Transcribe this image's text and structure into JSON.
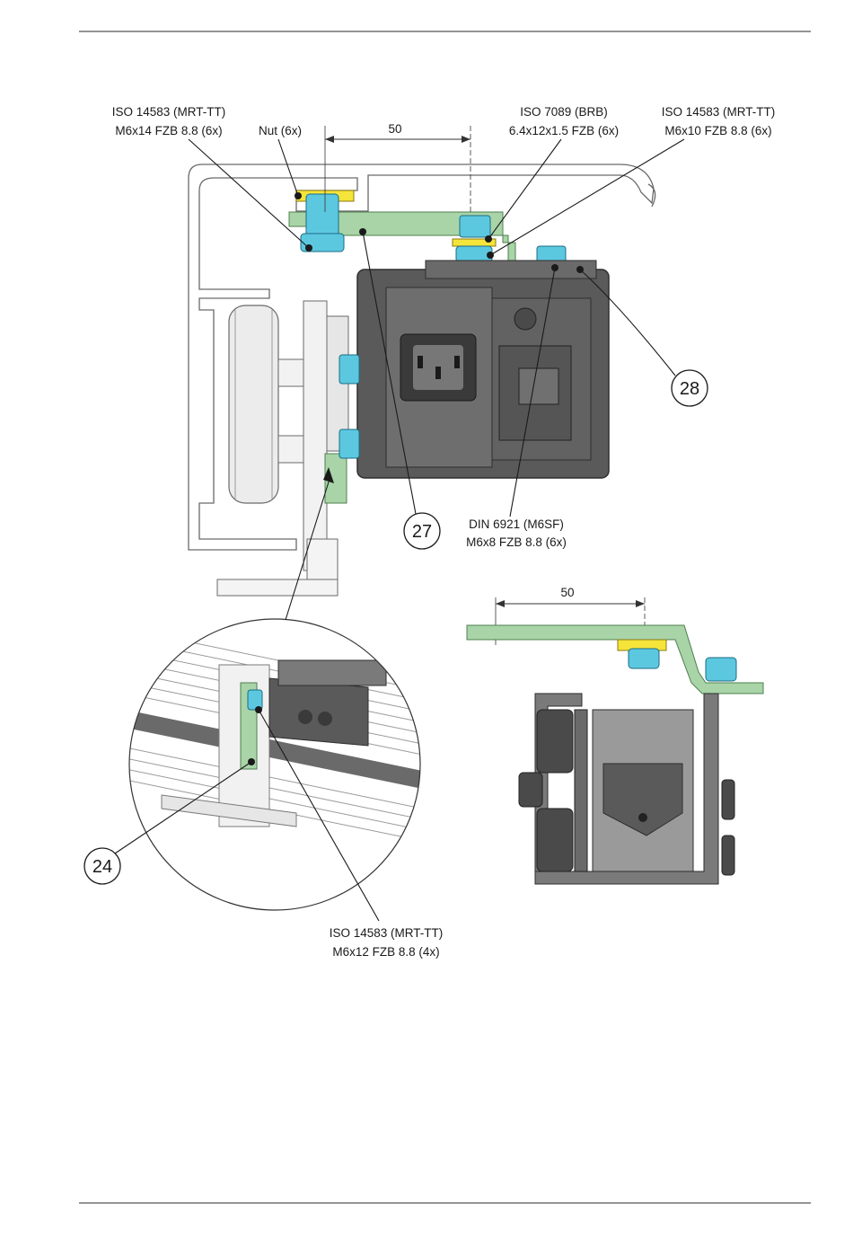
{
  "labels": {
    "bolt_m6x14": {
      "line1": "ISO 14583 (MRT-TT)",
      "line2": "M6x14 FZB 8.8 (6x)"
    },
    "nut": "Nut (6x)",
    "washer_brb": {
      "line1": "ISO 7089 (BRB)",
      "line2": "6.4x12x1.5 FZB (6x)"
    },
    "bolt_m6x10": {
      "line1": "ISO 14583 (MRT-TT)",
      "line2": "M6x10 FZB 8.8 (6x)"
    },
    "nut_din6921": {
      "line1": "DIN 6921 (M6SF)",
      "line2": "M6x8 FZB 8.8 (6x)"
    },
    "bolt_m6x12": {
      "line1": "ISO 14583 (MRT-TT)",
      "line2": "M6x12 FZB 8.8 (4x)"
    }
  },
  "dimensions": {
    "top_view": "50",
    "side_view": "50"
  },
  "callouts": {
    "c27": "27",
    "c28": "28",
    "c24": "24"
  },
  "colors": {
    "bracket_green": "#a8d4a8",
    "fastener_blue": "#5cc8e0",
    "washer_yellow": "#f5e43a",
    "housing_dark": "#5a5a5a",
    "profile_gray": "#cfcfcf"
  }
}
